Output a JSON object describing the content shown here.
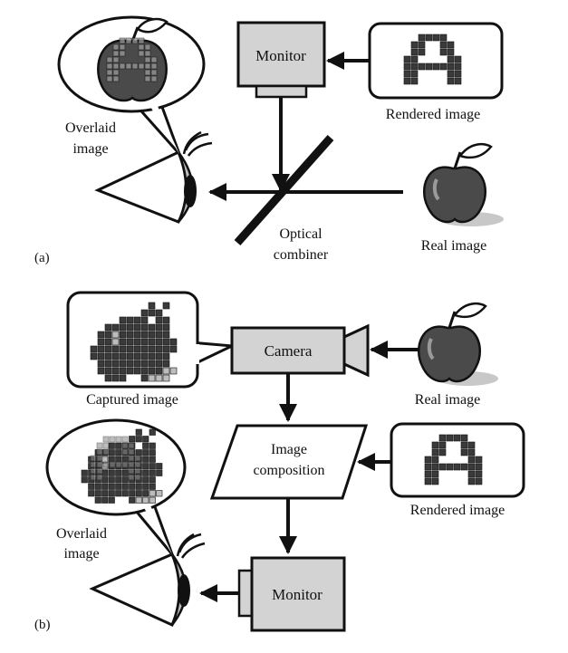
{
  "panel_a": {
    "panel_label": "(a)",
    "monitor_label": "Monitor",
    "rendered_label": "Rendered image",
    "overlaid_label": [
      "Overlaid",
      "image"
    ],
    "combiner_label": [
      "Optical",
      "combiner"
    ],
    "real_label": "Real image"
  },
  "panel_b": {
    "panel_label": "(b)",
    "camera_label": "Camera",
    "captured_label": "Captured image",
    "real_label": "Real image",
    "composition_label": [
      "Image",
      "composition"
    ],
    "rendered_label": "Rendered image",
    "overlaid_label": [
      "Overlaid",
      "image"
    ],
    "monitor_label": "Monitor"
  },
  "colors": {
    "box_fill": "#d3d3d3",
    "stroke": "#111111",
    "apple_dark": "#4a4a4a",
    "pixel_dark": "#3a3a3a",
    "pixel_light": "#bdbdbd"
  },
  "icons": [
    "eye-icon",
    "apple-icon",
    "pixel-letter-a-icon",
    "pixel-apple-icon",
    "camera-icon",
    "monitor-icon"
  ]
}
